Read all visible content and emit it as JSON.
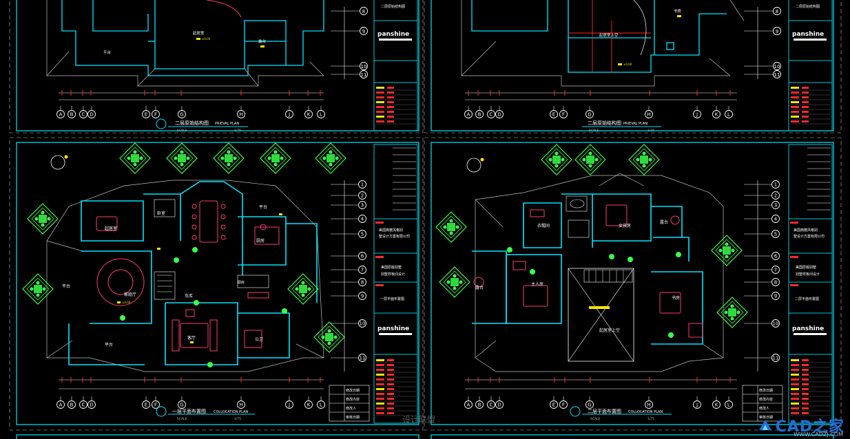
{
  "brand": "panshine",
  "drawings": [
    {
      "id": "tl",
      "title_cn": "二层原始结构图",
      "title_en": "PRIEVAL PLAN",
      "scale_label": "SCALE",
      "scale": "1/75",
      "axis_letters": [
        "A",
        "B",
        "C",
        "D",
        "E",
        "F",
        "G",
        "H",
        "J",
        "K",
        "L"
      ],
      "axis_numbers": [
        "8",
        "9",
        "10",
        "11"
      ]
    },
    {
      "id": "tr",
      "title_cn": "二层原始结构图",
      "title_en": "PRIEVAL PLAN",
      "scale_label": "SCALE",
      "scale": "1/75",
      "axis_letters": [
        "A",
        "B",
        "C",
        "D",
        "E",
        "F",
        "G",
        "H",
        "J",
        "K",
        "L"
      ],
      "axis_numbers": [
        "8",
        "9",
        "10",
        "11"
      ]
    },
    {
      "id": "bl",
      "title_cn": "一层平面布置图",
      "title_en": "COLLOCATION PLAN",
      "scale_label": "SCALE",
      "scale": "1/75",
      "axis_letters": [
        "A",
        "B",
        "C",
        "D",
        "E",
        "F",
        "G",
        "H",
        "J",
        "K",
        "L"
      ],
      "axis_numbers": [
        "1",
        "2",
        "3",
        "4",
        "5",
        "6",
        "7",
        "8",
        "9",
        "10",
        "11"
      ],
      "rooms": [
        "平台",
        "家庭厅",
        "客厅",
        "起居室",
        "餐厅",
        "厨房",
        "公卫",
        "卧室",
        "车库",
        "平台"
      ],
      "title_block": {
        "company_lines": [
          "美国典雅风格别",
          "墅设计方案有限公司"
        ],
        "project_lines": [
          "美国原版别墅",
          "别墅样板间设计"
        ],
        "sheet_name": "一层平面布置图"
      },
      "revision_table": [
        "修改日期",
        "修改内容",
        "修改人",
        "审核日期"
      ]
    },
    {
      "id": "br",
      "title_cn": "二层平面布置图",
      "title_en": "COLLOCATION PLAN",
      "scale_label": "SCALE",
      "scale": "1/75",
      "axis_letters": [
        "A",
        "B",
        "C",
        "D",
        "E",
        "F",
        "G",
        "H",
        "J",
        "K",
        "L"
      ],
      "axis_numbers": [
        "1",
        "2",
        "3",
        "4",
        "5",
        "6",
        "7",
        "8",
        "9",
        "10",
        "11"
      ],
      "rooms": [
        "主人房",
        "衣帽间",
        "女孩房",
        "书房",
        "露台",
        "起居室上空"
      ],
      "title_block": {
        "company_lines": [
          "美国典雅风格别",
          "墅设计方案有限公司"
        ],
        "project_lines": [
          "美国原版别墅",
          "别墅样板间设计"
        ],
        "sheet_name": "二层平面布置图"
      },
      "revision_table": [
        "修改日期",
        "修改内容",
        "修改人",
        "审核日期"
      ]
    }
  ],
  "watermarks": {
    "center": "设计联盟",
    "logo": "CAD之家",
    "url": "WWW.CADZJ.COM"
  },
  "colors": {
    "frame": "#00c8d8",
    "wall": "#00e6ff",
    "grid": "#ffffff",
    "furniture": "#ff3d6a",
    "annotation": "#ffe600",
    "green_symbol": "#39ff4a",
    "title_red": "#ff2a2a"
  }
}
